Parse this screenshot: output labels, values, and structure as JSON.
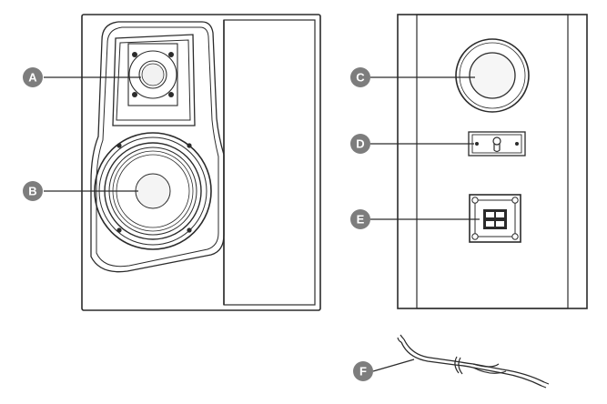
{
  "callouts": [
    {
      "id": "A",
      "label": "A",
      "part": "tweeter"
    },
    {
      "id": "B",
      "label": "B",
      "part": "woofer"
    },
    {
      "id": "C",
      "label": "C",
      "part": "bass-port"
    },
    {
      "id": "D",
      "label": "D",
      "part": "wall-mount-bracket"
    },
    {
      "id": "E",
      "label": "E",
      "part": "speaker-terminals"
    },
    {
      "id": "F",
      "label": "F",
      "part": "speaker-cable"
    }
  ]
}
